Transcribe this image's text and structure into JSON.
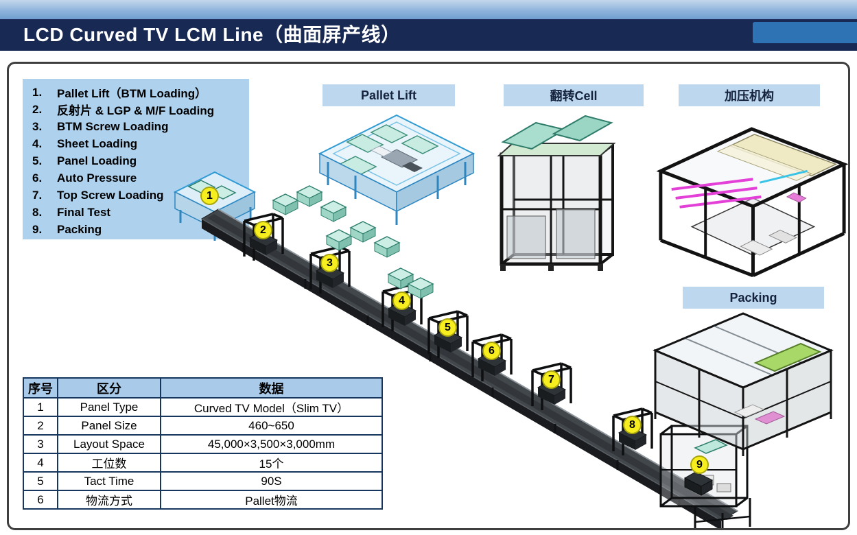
{
  "header": {
    "title": "LCD Curved TV LCM Line（曲面屏产线）"
  },
  "process_list": {
    "items": [
      {
        "num": "1.",
        "label": "Pallet Lift（BTM Loading）"
      },
      {
        "num": "2.",
        "label": "反射片 & LGP & M/F Loading"
      },
      {
        "num": "3.",
        "label": "BTM Screw Loading"
      },
      {
        "num": "4.",
        "label": "Sheet Loading"
      },
      {
        "num": "5.",
        "label": "Panel Loading"
      },
      {
        "num": "6.",
        "label": "Auto Pressure"
      },
      {
        "num": "7.",
        "label": "Top Screw Loading"
      },
      {
        "num": "8.",
        "label": "Final Test"
      },
      {
        "num": "9.",
        "label": "Packing"
      }
    ]
  },
  "callouts": [
    {
      "label": "Pallet Lift"
    },
    {
      "label": "翻转Cell"
    },
    {
      "label": "加压机构"
    },
    {
      "label": "Packing"
    }
  ],
  "markers": [
    "1",
    "2",
    "3",
    "4",
    "5",
    "6",
    "7",
    "8",
    "9"
  ],
  "spec_table": {
    "headers": [
      "序号",
      "区分",
      "数据"
    ],
    "rows": [
      [
        "1",
        "Panel Type",
        "Curved TV Model（Slim TV）"
      ],
      [
        "2",
        "Panel Size",
        "460~650"
      ],
      [
        "3",
        "Layout Space",
        "45,000×3,500×3,000mm"
      ],
      [
        "4",
        "工位数",
        "15个"
      ],
      [
        "5",
        "Tact Time",
        "90S"
      ],
      [
        "6",
        "物流方式",
        "Pallet物流"
      ]
    ]
  },
  "colors": {
    "title_bar": "#182a54",
    "accent_blue": "#2e74b5",
    "callout_bg": "#bdd7ee",
    "process_box_bg": "#aed2ee",
    "table_border": "#17365d",
    "table_header_bg": "#a9cbe9",
    "marker_yellow": "#f7ee1f"
  }
}
